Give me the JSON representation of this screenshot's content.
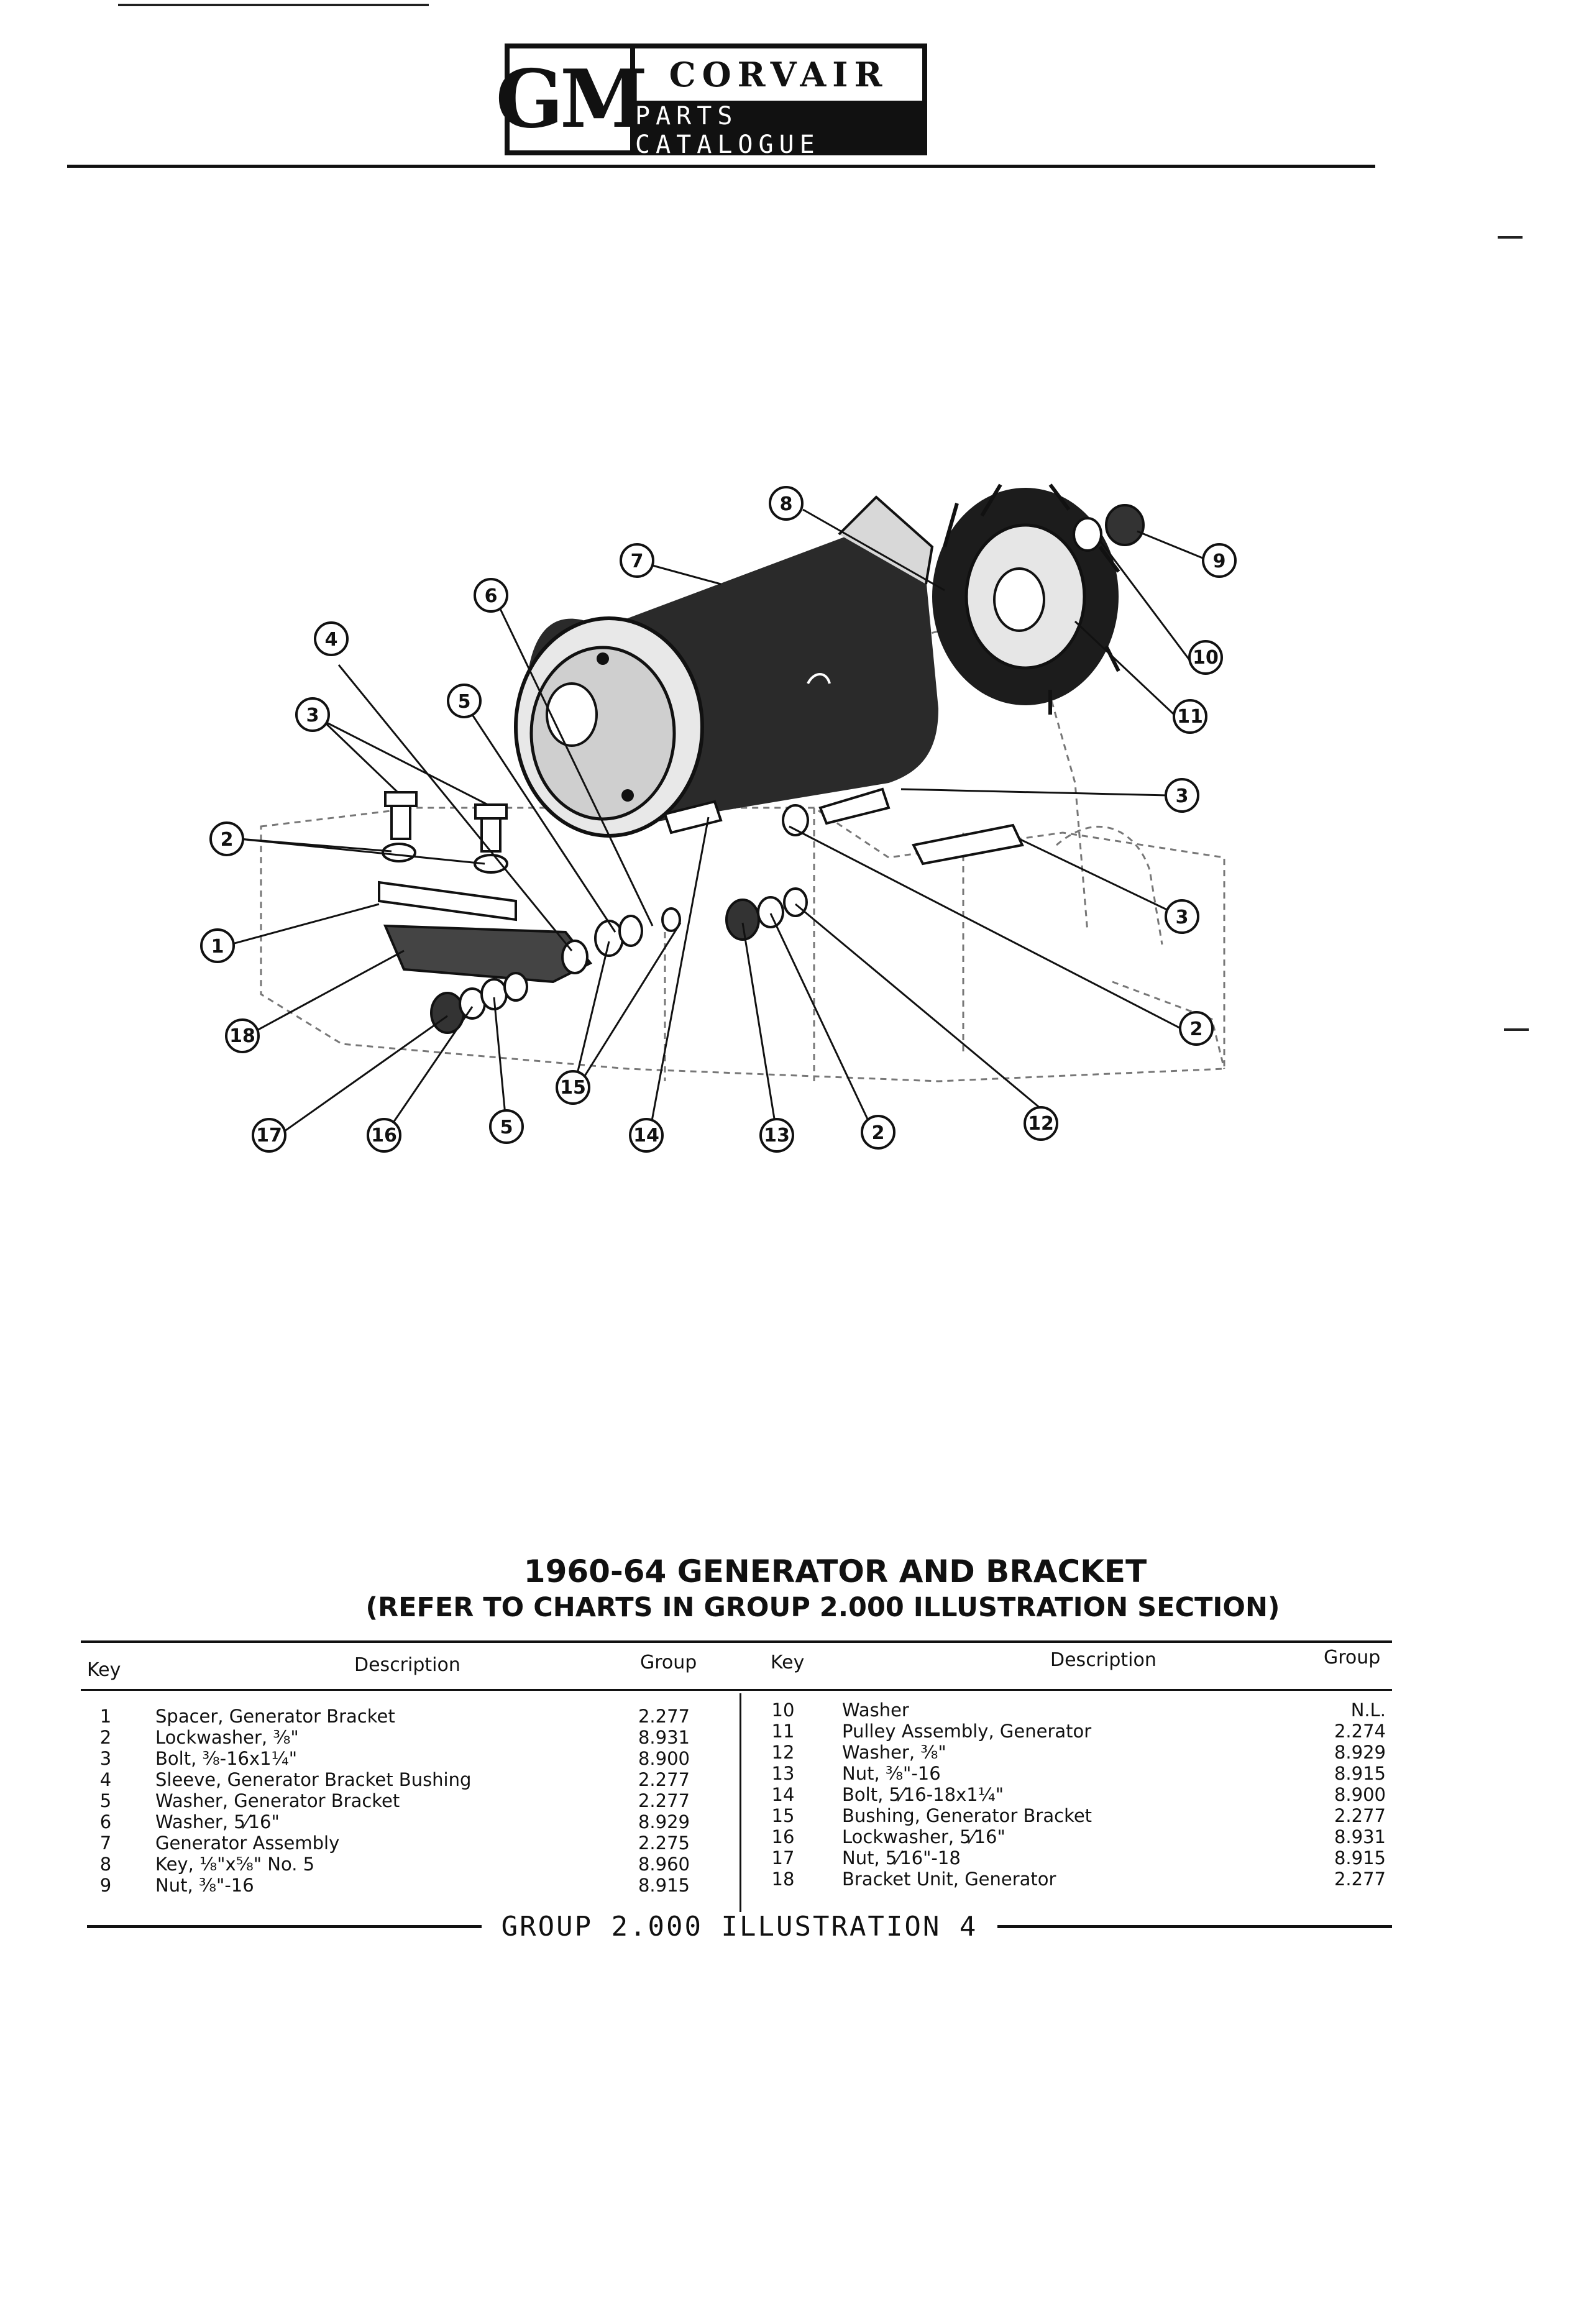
{
  "header": {
    "logo_gm": "GM",
    "logo_corvair": "CORVAIR",
    "logo_parts": "PARTS CATALOGUE"
  },
  "illustration": {
    "callouts": [
      "8",
      "7",
      "9",
      "6",
      "10",
      "4",
      "11",
      "3",
      "5",
      "3",
      "2",
      "1",
      "3",
      "18",
      "2",
      "12",
      "15",
      "17",
      "16",
      "5",
      "14",
      "13",
      "2"
    ]
  },
  "title": "1960-64 GENERATOR AND BRACKET",
  "subtitle": "(REFER TO CHARTS IN GROUP 2.000 ILLUSTRATION SECTION)",
  "table": {
    "headers": {
      "key": "Key",
      "description": "Description",
      "group": "Group"
    },
    "left_rows": [
      {
        "key": "1",
        "description": "Spacer, Generator Bracket",
        "group": "2.277"
      },
      {
        "key": "2",
        "description": "Lockwasher, ⅜\"",
        "group": "8.931"
      },
      {
        "key": "3",
        "description": "Bolt, ⅜-16x1¼\"",
        "group": "8.900"
      },
      {
        "key": "4",
        "description": "Sleeve, Generator Bracket Bushing",
        "group": "2.277"
      },
      {
        "key": "5",
        "description": "Washer, Generator Bracket",
        "group": "2.277"
      },
      {
        "key": "6",
        "description": "Washer, 5⁄16\"",
        "group": "8.929"
      },
      {
        "key": "7",
        "description": "Generator Assembly",
        "group": "2.275"
      },
      {
        "key": "8",
        "description": "Key, ⅛\"x⅝\" No. 5",
        "group": "8.960"
      },
      {
        "key": "9",
        "description": "Nut, ⅜\"-16",
        "group": "8.915"
      }
    ],
    "right_rows": [
      {
        "key": "10",
        "description": "Washer",
        "group": "N.L."
      },
      {
        "key": "11",
        "description": "Pulley Assembly, Generator",
        "group": "2.274"
      },
      {
        "key": "12",
        "description": "Washer, ⅜\"",
        "group": "8.929"
      },
      {
        "key": "13",
        "description": "Nut, ⅜\"-16",
        "group": "8.915"
      },
      {
        "key": "14",
        "description": "Bolt, 5⁄16-18x1¼\"",
        "group": "8.900"
      },
      {
        "key": "15",
        "description": "Bushing, Generator Bracket",
        "group": "2.277"
      },
      {
        "key": "16",
        "description": "Lockwasher, 5⁄16\"",
        "group": "8.931"
      },
      {
        "key": "17",
        "description": "Nut, 5⁄16\"-18",
        "group": "8.915"
      },
      {
        "key": "18",
        "description": "Bracket Unit, Generator",
        "group": "2.277"
      }
    ]
  },
  "footer": "GROUP 2.000 ILLUSTRATION 4"
}
